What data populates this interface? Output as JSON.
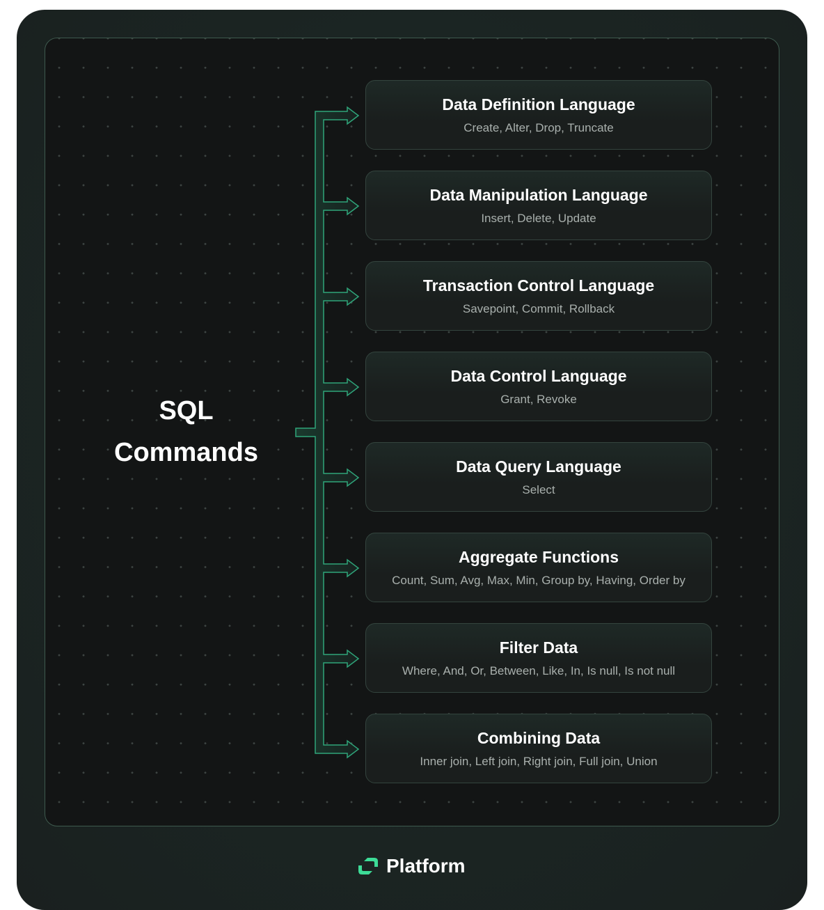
{
  "title_lines": [
    "SQL",
    "Commands"
  ],
  "categories": [
    {
      "name": "Data Definition Language",
      "commands": "Create, Alter, Drop, Truncate"
    },
    {
      "name": "Data Manipulation Language",
      "commands": "Insert, Delete, Update"
    },
    {
      "name": "Transaction Control Language",
      "commands": "Savepoint, Commit, Rollback"
    },
    {
      "name": "Data Control Language",
      "commands": "Grant, Revoke"
    },
    {
      "name": "Data Query Language",
      "commands": "Select"
    },
    {
      "name": "Aggregate Functions",
      "commands": "Count, Sum, Avg, Max, Min, Group by, Having, Order by"
    },
    {
      "name": "Filter Data",
      "commands": "Where, And, Or, Between, Like, In, Is null, Is not null"
    },
    {
      "name": "Combining Data",
      "commands": "Inner join, Left join, Right join, Full join, Union"
    }
  ],
  "brand": {
    "name": "Platform",
    "accent": "#3ddc97"
  }
}
